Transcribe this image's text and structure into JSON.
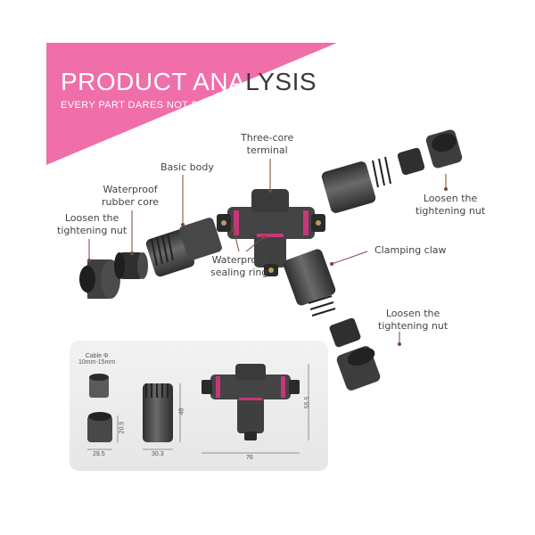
{
  "banner": {
    "title_lead": "PRODUCT ANA",
    "title_tail": "LYSIS",
    "subtitle": "EVERY PART DARES NOT BE NEGLECTED",
    "color": "#f06ea9"
  },
  "callouts": {
    "three_core_terminal": "Three-core\nterminal",
    "basic_body": "Basic body",
    "waterproof_rubber_core": "Waterproof\nrubber core",
    "loosen_left": "Loosen the\ntightening nut",
    "waterproof_sealing_ring": "Waterproof\nsealing ring",
    "clamping_claw": "Clamping claw",
    "loosen_right": "Loosen the\ntightening nut",
    "loosen_bottom": "Loosen the\ntightening nut"
  },
  "dimensions": {
    "cable_label": "Cable Φ\n10mm-15mm",
    "nut_width": "29.5",
    "nut_height": "20.5",
    "body_width": "30.3",
    "body_height": "48",
    "tee_width": "76",
    "tee_height": "55.5"
  },
  "colors": {
    "connector_dark": "#3d3d3d",
    "connector_mid": "#5a5a5a",
    "seal_pink": "#c8367a",
    "panel_bg": "#ececec",
    "leader": "#7a4b3a"
  }
}
